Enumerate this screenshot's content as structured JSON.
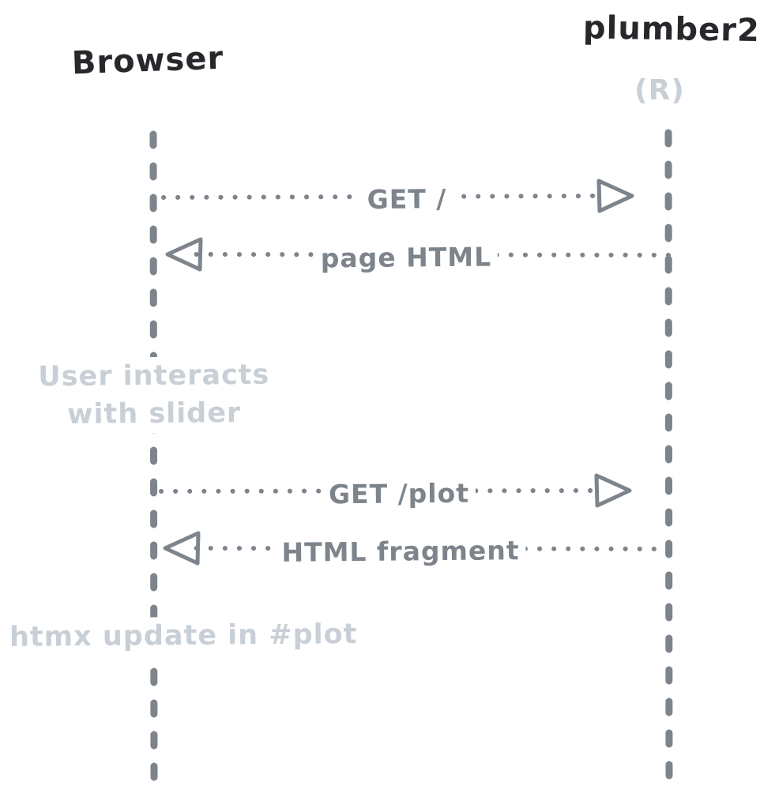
{
  "diagram": {
    "type": "sequence",
    "style": "hand-drawn",
    "actors": [
      {
        "id": "browser",
        "name": "Browser"
      },
      {
        "id": "plumber2",
        "name": "plumber2",
        "subtitle": "(R)"
      }
    ],
    "messages": [
      {
        "from": "Browser",
        "to": "plumber2",
        "label": "GET /",
        "line_style": "dotted",
        "arrowhead": "hollow-triangle-right"
      },
      {
        "from": "plumber2",
        "to": "Browser",
        "label": "page HTML",
        "line_style": "dotted",
        "arrowhead": "hollow-triangle-left"
      },
      {
        "from": "Browser",
        "to": "plumber2",
        "label": "GET /plot",
        "line_style": "dotted",
        "arrowhead": "hollow-triangle-right"
      },
      {
        "from": "plumber2",
        "to": "Browser",
        "label": "HTML fragment",
        "line_style": "dotted",
        "arrowhead": "hollow-triangle-left"
      }
    ],
    "notes": [
      {
        "near": "Browser lifeline",
        "line1": "User interacts",
        "line2": "with slider"
      },
      {
        "near": "Browser lifeline",
        "text": "htmx update in #plot"
      }
    ],
    "colors": {
      "background": "#ffffff",
      "actor_text": "#26282b",
      "line_gray": "#7d848c",
      "muted_gray": "#c9cfd6"
    }
  }
}
